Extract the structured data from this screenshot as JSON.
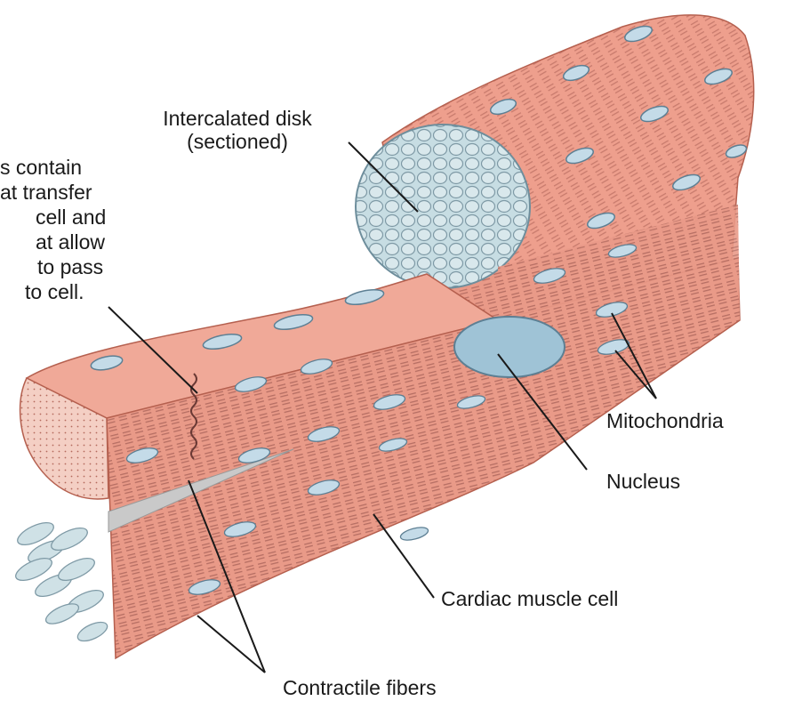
{
  "labels": {
    "intercalated_disk": [
      "Intercalated disk",
      "(sectioned)"
    ],
    "gap_junction_note": [
      "s contain",
      "at transfer",
      "cell and",
      "at allow",
      "to pass",
      "to cell."
    ],
    "mitochondria": "Mitochondria",
    "nucleus": "Nucleus",
    "cardiac_muscle_cell": "Cardiac muscle cell",
    "contractile_fibers": "Contractile fibers"
  },
  "colors": {
    "muscle": "#e99a88",
    "muscle_light": "#f3b6a6",
    "muscle_dark": "#c8705e",
    "striation": "#8c4a45",
    "nucleus_fill": "#9fc3d6",
    "organelle_fill": "#c4dbe8",
    "disk_fill": "#bfd6de",
    "line": "#1a1a1a"
  }
}
